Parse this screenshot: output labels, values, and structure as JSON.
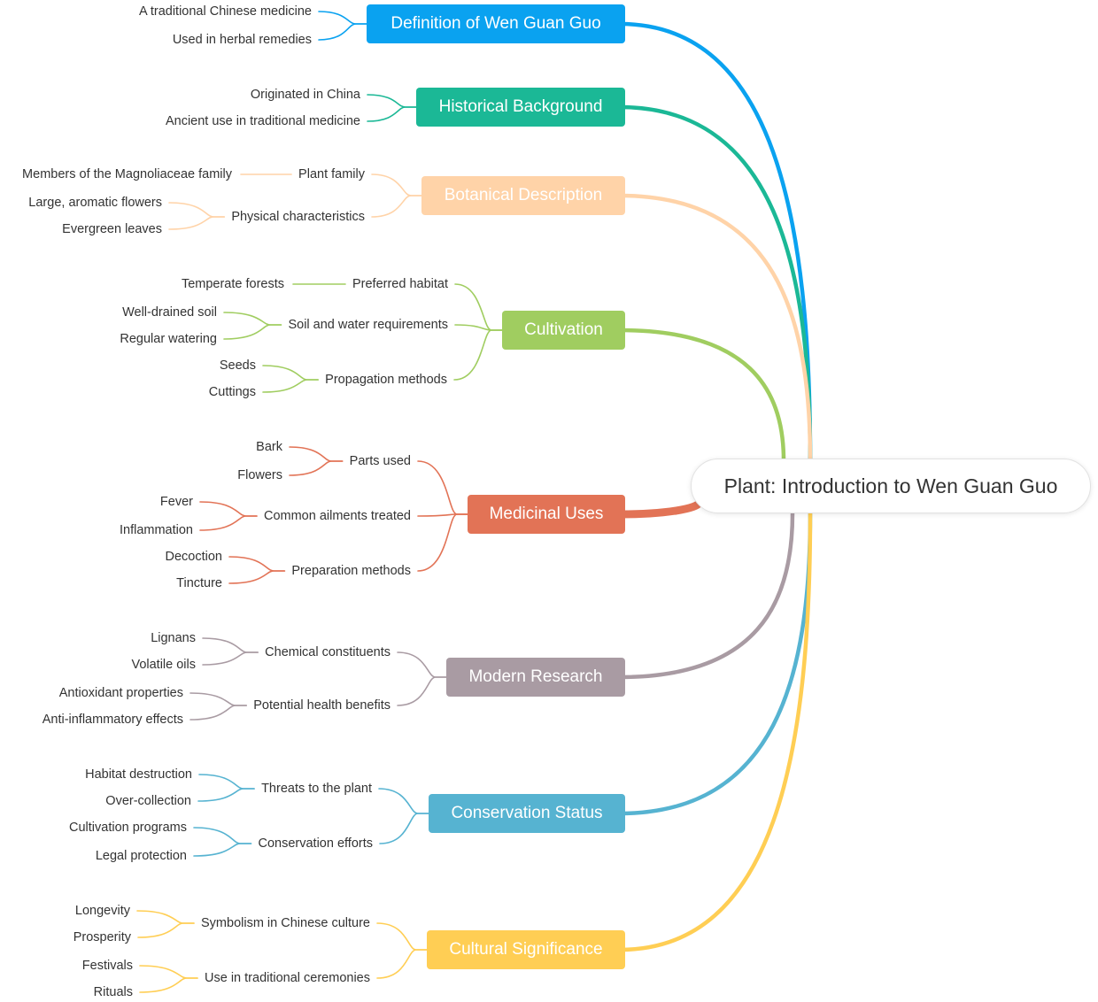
{
  "center": {
    "label": "Plant: Introduction to Wen Guan Guo"
  },
  "branches": [
    {
      "label": "Definition of Wen Guan Guo",
      "color": "#0aa2f0",
      "children": [
        {
          "label": "A traditional Chinese medicine"
        },
        {
          "label": "Used in herbal remedies"
        }
      ]
    },
    {
      "label": "Historical Background",
      "color": "#1bb896",
      "children": [
        {
          "label": "Originated in China"
        },
        {
          "label": "Ancient use in traditional medicine"
        }
      ]
    },
    {
      "label": "Botanical Description",
      "color": "#ffd3a8",
      "children": [
        {
          "label": "Plant family",
          "children": [
            {
              "label": "Members of the Magnoliaceae family"
            }
          ]
        },
        {
          "label": "Physical characteristics",
          "children": [
            {
              "label": "Large, aromatic flowers"
            },
            {
              "label": "Evergreen leaves"
            }
          ]
        }
      ]
    },
    {
      "label": "Cultivation",
      "color": "#a0cd60",
      "children": [
        {
          "label": "Preferred habitat",
          "children": [
            {
              "label": "Temperate forests"
            }
          ]
        },
        {
          "label": "Soil and water requirements",
          "children": [
            {
              "label": "Well-drained soil"
            },
            {
              "label": "Regular watering"
            }
          ]
        },
        {
          "label": "Propagation methods",
          "children": [
            {
              "label": "Seeds"
            },
            {
              "label": "Cuttings"
            }
          ]
        }
      ]
    },
    {
      "label": "Medicinal Uses",
      "color": "#e27356",
      "children": [
        {
          "label": "Parts used",
          "children": [
            {
              "label": "Bark"
            },
            {
              "label": "Flowers"
            }
          ]
        },
        {
          "label": "Common ailments treated",
          "children": [
            {
              "label": "Fever"
            },
            {
              "label": "Inflammation"
            }
          ]
        },
        {
          "label": "Preparation methods",
          "children": [
            {
              "label": "Decoction"
            },
            {
              "label": "Tincture"
            }
          ]
        }
      ]
    },
    {
      "label": "Modern Research",
      "color": "#a99ba3",
      "children": [
        {
          "label": "Chemical constituents",
          "children": [
            {
              "label": "Lignans"
            },
            {
              "label": "Volatile oils"
            }
          ]
        },
        {
          "label": "Potential health benefits",
          "children": [
            {
              "label": "Antioxidant properties"
            },
            {
              "label": "Anti-inflammatory effects"
            }
          ]
        }
      ]
    },
    {
      "label": "Conservation Status",
      "color": "#56b3d1",
      "children": [
        {
          "label": "Threats to the plant",
          "children": [
            {
              "label": "Habitat destruction"
            },
            {
              "label": "Over-collection"
            }
          ]
        },
        {
          "label": "Conservation efforts",
          "children": [
            {
              "label": "Cultivation programs"
            },
            {
              "label": "Legal protection"
            }
          ]
        }
      ]
    },
    {
      "label": "Cultural Significance",
      "color": "#ffce54",
      "children": [
        {
          "label": "Symbolism in Chinese culture",
          "children": [
            {
              "label": "Longevity"
            },
            {
              "label": "Prosperity"
            }
          ]
        },
        {
          "label": "Use in traditional ceremonies",
          "children": [
            {
              "label": "Festivals"
            },
            {
              "label": "Rituals"
            }
          ]
        }
      ]
    }
  ]
}
